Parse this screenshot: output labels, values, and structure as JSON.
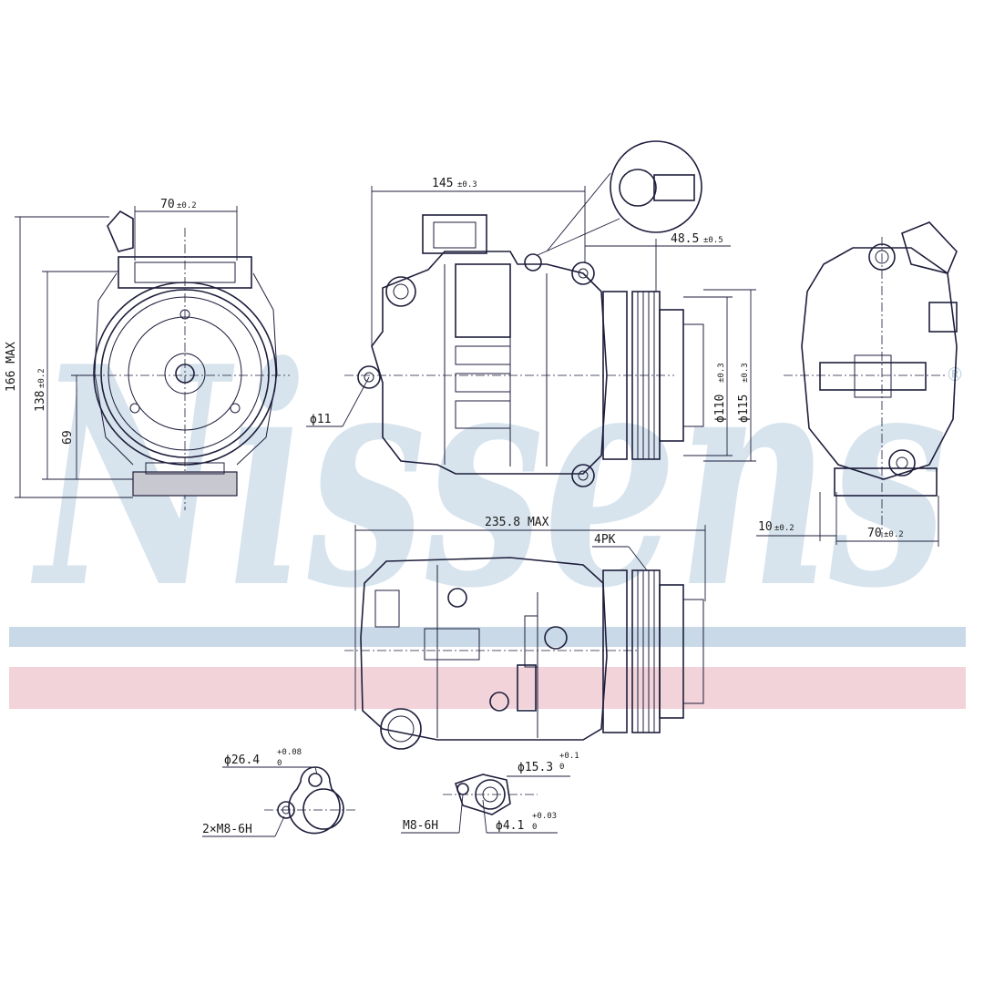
{
  "watermark": {
    "brand": "Nissens",
    "registered_mark": "®",
    "color": "#b8cfe0",
    "band_blue": "#c9d9e7",
    "band_pink": "#f2d3d9"
  },
  "dimensions": {
    "front_width": "70",
    "front_width_tol": "±0.2",
    "height_max": "166  MAX",
    "height_mid": "138",
    "height_mid_tol": "±0.2",
    "height_low": "69",
    "side_length": "145",
    "side_length_tol": "±0.3",
    "pulley_offset": "48.5",
    "pulley_offset_tol": "±0.5",
    "mount_hole": "ϕ11",
    "pulley_d1": "ϕ110",
    "pulley_d1_tol": "±0.3",
    "pulley_d2": "ϕ115",
    "pulley_d2_tol": "±0.3",
    "rear_offset": "10",
    "rear_offset_tol": "±0.2",
    "rear_width": "70",
    "rear_width_tol": "±0.2",
    "total_length": "235.8  MAX",
    "belt": "4PK"
  },
  "ports": {
    "suction_diameter": "ϕ26.4",
    "suction_tol_upper": "+0.08",
    "suction_tol_lower": "0",
    "suction_thread": "2×M8-6H",
    "discharge_diameter": "ϕ15.3",
    "discharge_tol_upper": "+0.1",
    "discharge_tol_lower": "0",
    "discharge_thread": "M8-6H",
    "pin_diameter": "ϕ4.1",
    "pin_tol_upper": "+0.03",
    "pin_tol_lower": "0"
  }
}
